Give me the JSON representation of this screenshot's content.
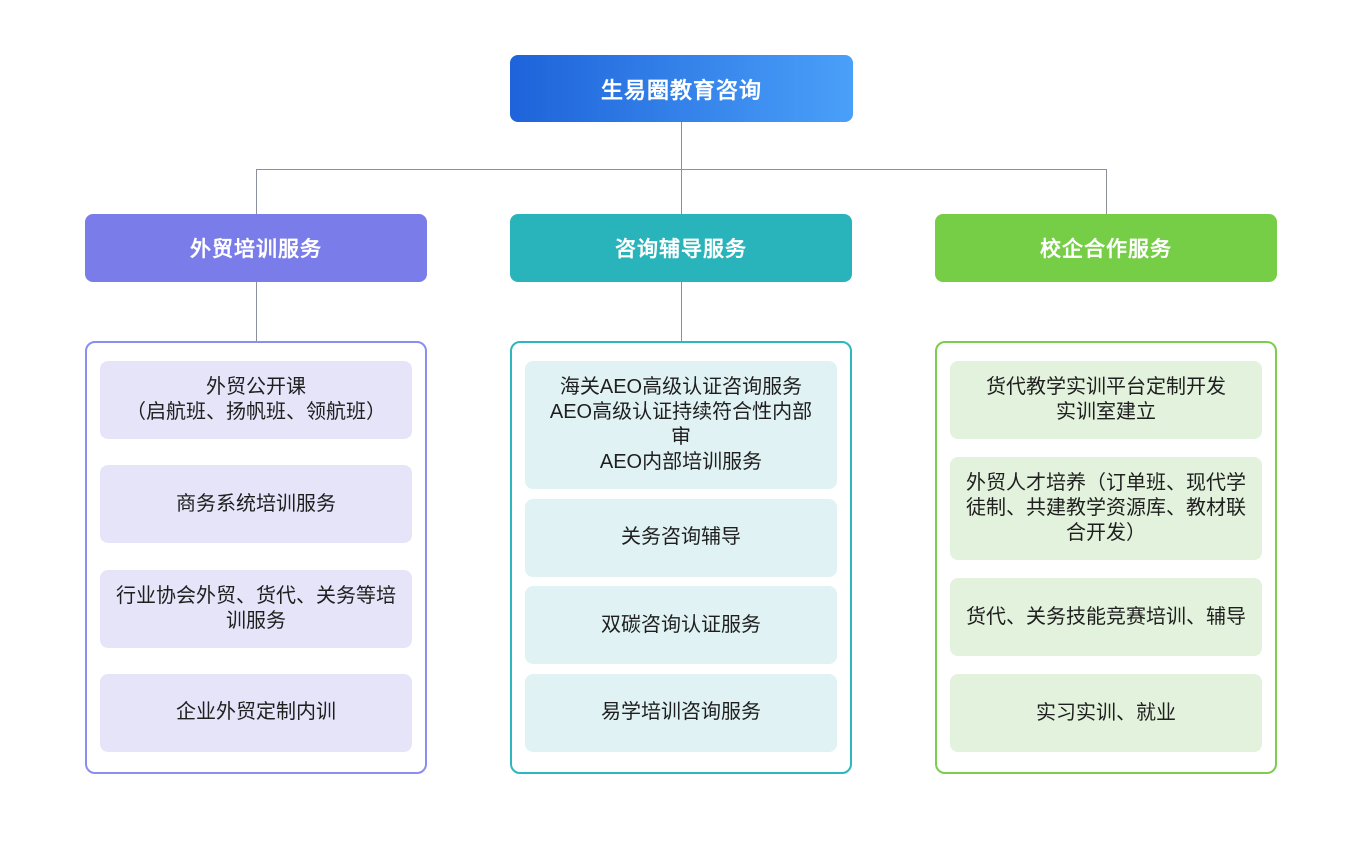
{
  "root": {
    "label": "生易圈教育咨询"
  },
  "branches": [
    {
      "title": "外贸培训服务",
      "items": [
        "外贸公开课\n（启航班、扬帆班、领航班）",
        "商务系统培训服务",
        "行业协会外贸、货代、关务等培训服务",
        "企业外贸定制内训"
      ]
    },
    {
      "title": "咨询辅导服务",
      "items": [
        "海关AEO高级认证咨询服务\nAEO高级认证持续符合性内部审\nAEO内部培训服务",
        "关务咨询辅导",
        "双碳咨询认证服务",
        "易学培训咨询服务"
      ]
    },
    {
      "title": "校企合作服务",
      "items": [
        "货代教学实训平台定制开发\n实训室建立",
        "外贸人才培养（订单班、现代学徒制、共建教学资源库、教材联合开发）",
        "货代、关务技能竞赛培训、辅导",
        "实习实训、就业"
      ]
    }
  ],
  "colors": {
    "root_gradient_start": "#1e63da",
    "root_gradient_end": "#4aa0f9",
    "branch_fills": [
      "#7a7cea",
      "#29b4bb",
      "#75ce45"
    ],
    "panel_borders": [
      "#8b8def",
      "#2db7be",
      "#7ccd4f"
    ],
    "item_backgrounds": [
      "#e6e4f9",
      "#e0f2f4",
      "#e2f2dc"
    ],
    "connector": "#8b919b",
    "header_text": "#ffffff",
    "item_text": "#1f1f1f"
  }
}
